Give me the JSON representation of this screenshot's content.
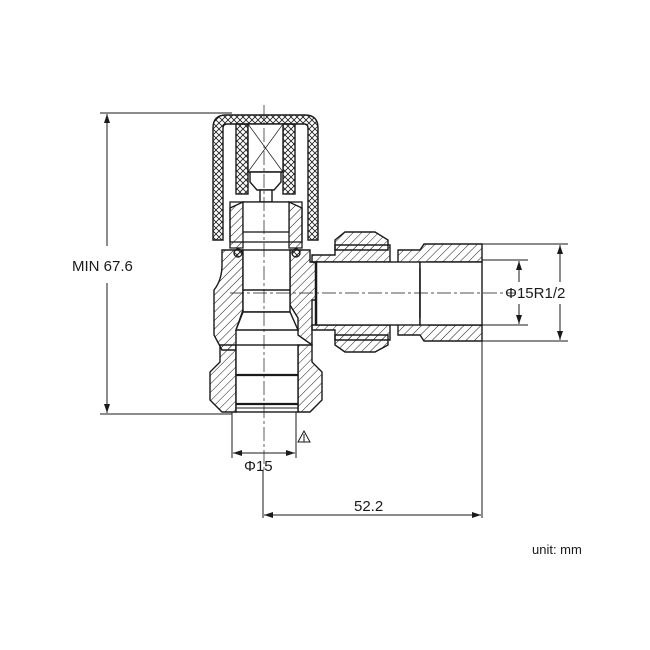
{
  "drawing": {
    "title": "Angled radiator valve – technical drawing",
    "line_color": "#1a1a1a",
    "background": "#ffffff"
  },
  "dimensions": {
    "height_label": "MIN 67.6",
    "inlet_label": "Φ15R1/2",
    "outlet_label": "Φ15",
    "width_label": "52.2",
    "unit_label": "unit: mm",
    "warning_symbol": "triangle-warning"
  }
}
